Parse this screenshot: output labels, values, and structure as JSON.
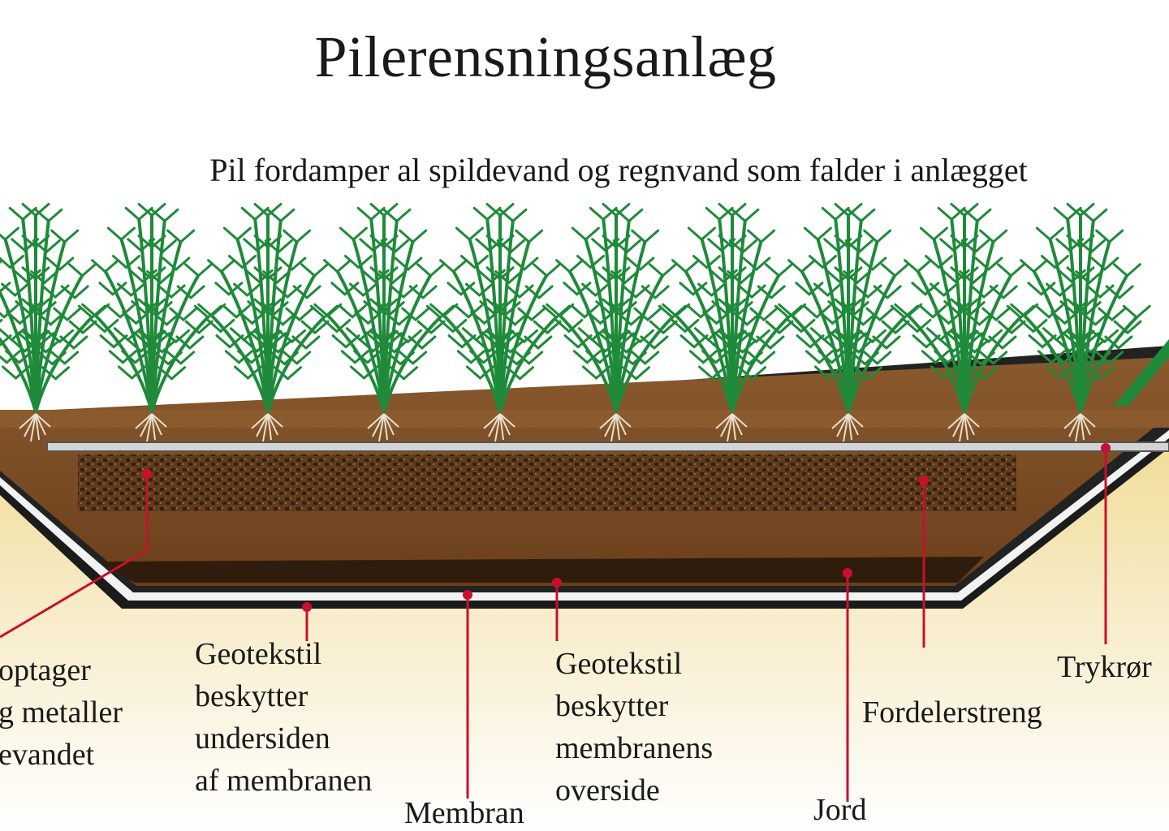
{
  "title": "Pilerensningsanlæg",
  "subtitle": "Pil fordamper al spildevand og regnvand som falder i anlægget",
  "plant_count": 10,
  "colors": {
    "soil": "#7a4b24",
    "soil_dark": "#3a2412",
    "foliage": "#1f8a3a",
    "pointer": "#c8102e",
    "pipe": "#cfcfcf",
    "ground": "#f4e7bf"
  },
  "labels": {
    "left_partial": [
      "optager",
      "g metaller",
      "evandet"
    ],
    "geotekstil_under": [
      "Geotekstil",
      "beskytter",
      "undersiden",
      "af membranen"
    ],
    "membran": "Membran",
    "geotekstil_over": [
      "Geotekstil",
      "beskytter",
      "membranens",
      "overside"
    ],
    "jord": "Jord",
    "fordelerstreng": "Fordelerstreng",
    "trykror": "Trykrør"
  }
}
